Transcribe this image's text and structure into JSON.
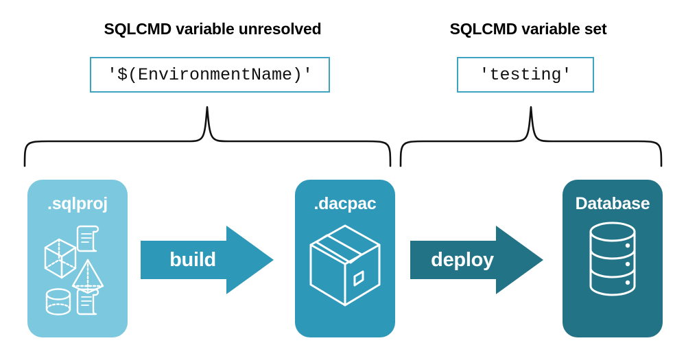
{
  "diagram": {
    "title_left": "SQLCMD variable unresolved",
    "title_right": "SQLCMD variable set",
    "value_left": "'$(EnvironmentName)'",
    "value_right": "'testing'",
    "colors": {
      "background": "#ffffff",
      "box_border": "#3EA3C0",
      "sqlproj": "#7CC8DE",
      "dacpac": "#2D98B8",
      "database": "#237386",
      "arrow_build": "#2D98B8",
      "arrow_deploy": "#237386",
      "brace": "#111111",
      "text_dark": "#000000",
      "text_light": "#ffffff"
    },
    "stages": [
      {
        "id": "sqlproj",
        "label": ".sqlproj",
        "icon": "sql-objects-icon",
        "color": "#7CC8DE"
      },
      {
        "id": "dacpac",
        "label": ".dacpac",
        "icon": "package-box-icon",
        "color": "#2D98B8"
      },
      {
        "id": "database",
        "label": "Database",
        "icon": "database-cylinder-icon",
        "color": "#237386"
      }
    ],
    "arrows": [
      {
        "id": "build",
        "label": "build",
        "icon": "arrow-right-icon",
        "color": "#2D98B8"
      },
      {
        "id": "deploy",
        "label": "deploy",
        "icon": "arrow-right-icon",
        "color": "#237386"
      }
    ],
    "braces": [
      {
        "id": "brace-left",
        "spans": "sqlproj-to-dacpac"
      },
      {
        "id": "brace-right",
        "spans": "dacpac-to-database"
      }
    ]
  }
}
